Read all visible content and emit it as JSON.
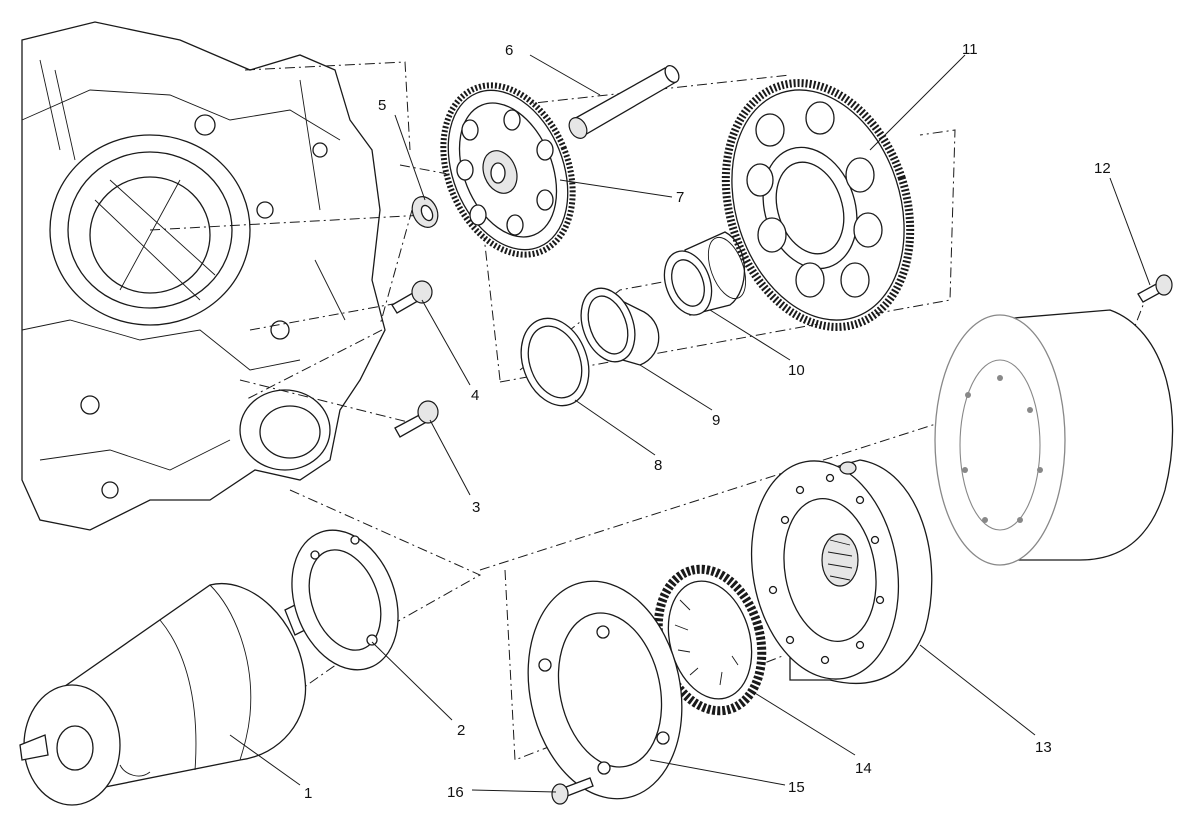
{
  "callouts": [
    {
      "id": "1",
      "label": "1"
    },
    {
      "id": "2",
      "label": "2"
    },
    {
      "id": "3",
      "label": "3"
    },
    {
      "id": "4",
      "label": "4"
    },
    {
      "id": "5",
      "label": "5"
    },
    {
      "id": "6",
      "label": "6"
    },
    {
      "id": "7",
      "label": "7"
    },
    {
      "id": "8",
      "label": "8"
    },
    {
      "id": "9",
      "label": "9"
    },
    {
      "id": "10",
      "label": "10"
    },
    {
      "id": "11",
      "label": "11"
    },
    {
      "id": "12",
      "label": "12"
    },
    {
      "id": "13",
      "label": "13"
    },
    {
      "id": "14",
      "label": "14"
    },
    {
      "id": "15",
      "label": "15"
    },
    {
      "id": "16",
      "label": "16"
    }
  ],
  "colors": {
    "ink": "#1a1a1a",
    "background": "#ffffff",
    "shade": "#e6e6e6"
  }
}
